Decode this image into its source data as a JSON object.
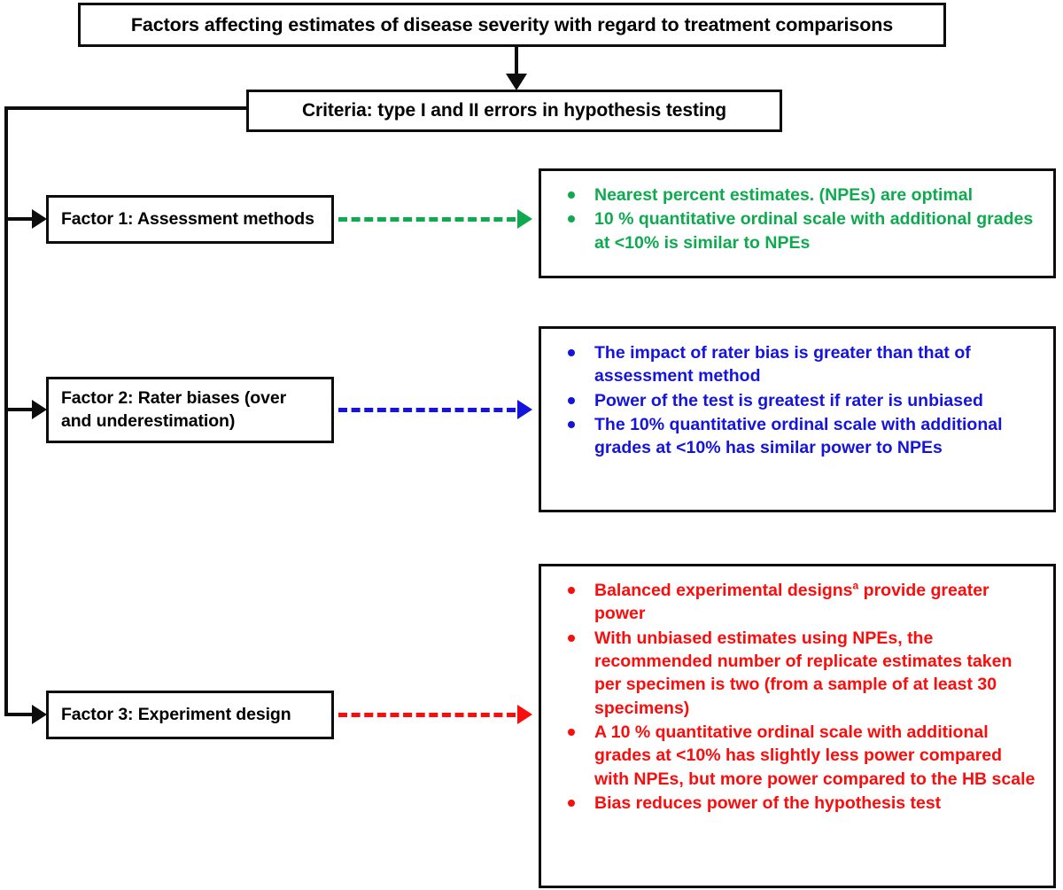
{
  "diagram": {
    "title_box": {
      "text": "Factors affecting estimates of disease severity with regard to treatment comparisons"
    },
    "criteria_box": {
      "text": "Criteria: type I and II errors in hypothesis testing"
    },
    "factors": [
      {
        "label": "Factor 1: Assessment methods"
      },
      {
        "label": "Factor 2: Rater biases (over and underestimation)"
      },
      {
        "label": "Factor 3: Experiment design"
      }
    ],
    "outcomes": [
      {
        "color": "#0FAA4F",
        "color_name": "green",
        "bullets": [
          "Nearest percent estimates. (NPEs) are optimal",
          "10 % quantitative ordinal scale with additional grades at <10% is similar to NPEs"
        ]
      },
      {
        "color": "#1414DC",
        "color_name": "blue",
        "bullets": [
          "The impact of rater bias is greater than that of assessment method",
          "Power of the test is greatest if rater is unbiased",
          "The 10% quantitative ordinal scale with additional grades at <10% has similar power to NPEs"
        ]
      },
      {
        "color": "#F90D0D",
        "color_name": "red",
        "bullets": [
          "Balanced experimental designs<sup>a</sup> provide greater power",
          "With unbiased estimates using NPEs, the recommended number of replicate estimates taken per specimen is two (from a sample of at least 30 specimens)",
          "A 10 % quantitative ordinal scale with additional grades at <10% has slightly less power compared with NPEs, but more power compared to the HB scale",
          "Bias reduces power of the hypothesis test"
        ]
      }
    ],
    "connectors": {
      "title_to_criteria": "down-arrow",
      "spine": "left-spine-bracket",
      "factor_to_outcome": "dashed-arrow"
    }
  }
}
